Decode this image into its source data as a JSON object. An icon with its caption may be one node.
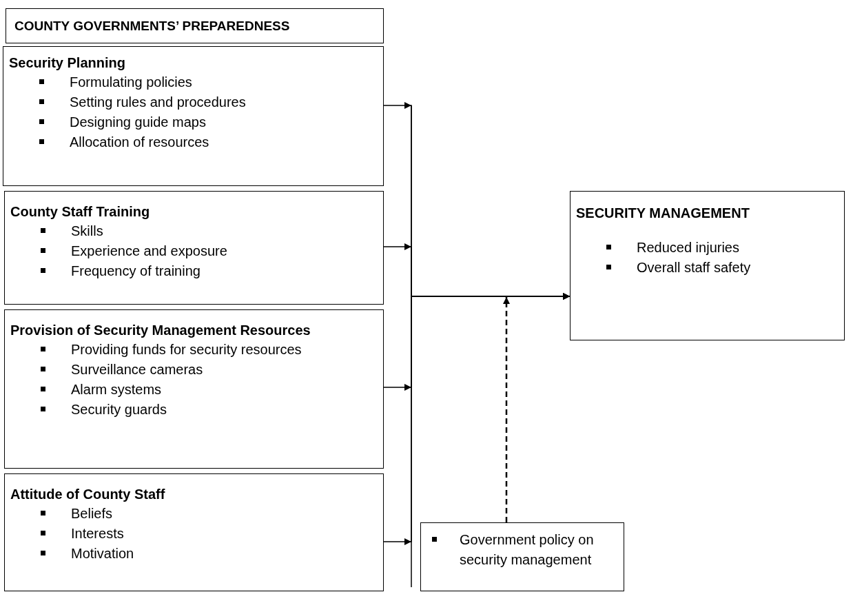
{
  "diagram": {
    "nodes": [
      {
        "text": [
          "COUNTY GOVERNMENTS’ PREPAREDNESS"
        ]
      },
      {
        "text": [
          "Security Planning",
          "Formulating policies",
          "Setting rules and procedures",
          "Designing guide maps",
          "Allocation of resources"
        ]
      },
      {
        "text": [
          "County Staff Training",
          "Skills",
          "Experience and exposure",
          "Frequency of training"
        ]
      },
      {
        "text": [
          "Provision of Security Management Resources",
          "Providing funds for security resources",
          "Surveillance cameras",
          "Alarm systems",
          "Security guards"
        ]
      },
      {
        "text": [
          "Attitude of County Staff",
          "Beliefs",
          "Interests",
          "Motivation"
        ]
      },
      {
        "text": [
          "SECURITY MANAGEMENT",
          "Reduced injuries",
          "Overall staff safety"
        ]
      },
      {
        "text": [
          "Government policy on security management"
        ]
      }
    ],
    "edges": [
      {
        "from": 1,
        "to": 5,
        "arrow": "to"
      },
      {
        "from": 2,
        "to": 5,
        "arrow": "to"
      },
      {
        "from": 3,
        "to": 5,
        "arrow": "to"
      },
      {
        "from": 4,
        "to": 5,
        "arrow": "to"
      },
      {
        "from": 6,
        "to": null,
        "arrow": "to",
        "style": "dashed"
      }
    ]
  }
}
